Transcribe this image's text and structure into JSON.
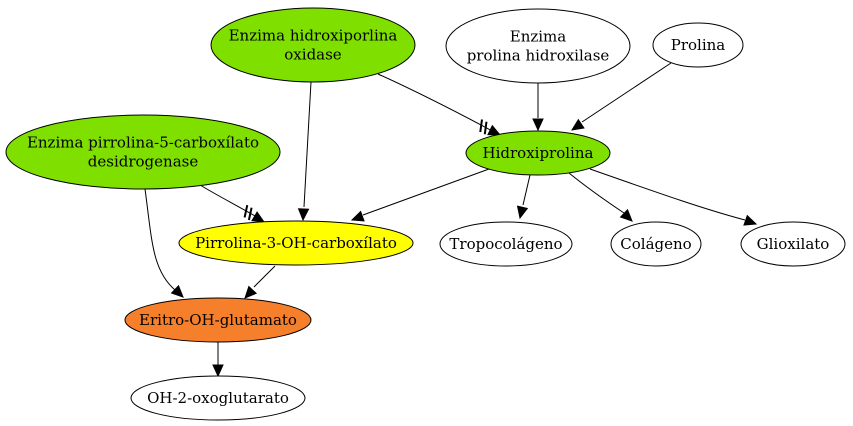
{
  "diagram": {
    "colors": {
      "green": "#7fe000",
      "yellow": "#ffff00",
      "orange": "#f57f2a",
      "white": "#ffffff",
      "stroke": "#000000"
    },
    "nodes": [
      {
        "id": "oxidase",
        "lines": [
          "Enzima hidroxiporlina",
          "oxidase"
        ],
        "fill": "green"
      },
      {
        "id": "prolhydrox",
        "lines": [
          "Enzima",
          "prolina hidroxilase"
        ],
        "fill": "white"
      },
      {
        "id": "prolina",
        "lines": [
          "Prolina"
        ],
        "fill": "white"
      },
      {
        "id": "deshidrog",
        "lines": [
          "Enzima pirrolina-5-carboxílato",
          "desidrogenase"
        ],
        "fill": "green"
      },
      {
        "id": "hidroxiprolina",
        "lines": [
          "Hidroxiprolina"
        ],
        "fill": "green"
      },
      {
        "id": "pirrolina",
        "lines": [
          "Pirrolina-3-OH-carboxílato"
        ],
        "fill": "yellow"
      },
      {
        "id": "tropocolageno",
        "lines": [
          "Tropocolágeno"
        ],
        "fill": "white"
      },
      {
        "id": "colageno",
        "lines": [
          "Colágeno"
        ],
        "fill": "white"
      },
      {
        "id": "glioxilato",
        "lines": [
          "Glioxilato"
        ],
        "fill": "white"
      },
      {
        "id": "eritro",
        "lines": [
          "Eritro-OH-glutamato"
        ],
        "fill": "orange"
      },
      {
        "id": "oxoglutarato",
        "lines": [
          "OH-2-oxoglutarato"
        ],
        "fill": "white"
      }
    ],
    "edges": [
      {
        "from": "oxidase",
        "to": "hidroxiprolina",
        "type": "tee"
      },
      {
        "from": "prolhydrox",
        "to": "hidroxiprolina",
        "type": "arrow"
      },
      {
        "from": "prolina",
        "to": "hidroxiprolina",
        "type": "arrow"
      },
      {
        "from": "oxidase",
        "to": "pirrolina",
        "type": "arrow"
      },
      {
        "from": "deshidrog",
        "to": "pirrolina",
        "type": "tee"
      },
      {
        "from": "deshidrog",
        "to": "eritro",
        "type": "arrow"
      },
      {
        "from": "hidroxiprolina",
        "to": "pirrolina",
        "type": "arrow"
      },
      {
        "from": "hidroxiprolina",
        "to": "tropocolageno",
        "type": "arrow"
      },
      {
        "from": "hidroxiprolina",
        "to": "colageno",
        "type": "arrow"
      },
      {
        "from": "hidroxiprolina",
        "to": "glioxilato",
        "type": "arrow"
      },
      {
        "from": "pirrolina",
        "to": "eritro",
        "type": "arrow"
      },
      {
        "from": "eritro",
        "to": "oxoglutarato",
        "type": "arrow"
      }
    ]
  }
}
